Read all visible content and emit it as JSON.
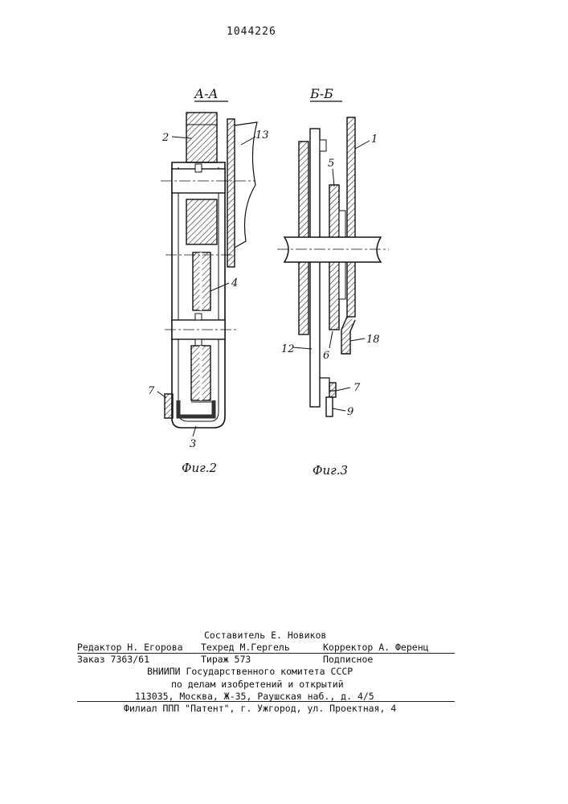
{
  "header": {
    "patent_number": "1044226"
  },
  "figure_a": {
    "section_title": "А-А",
    "caption": "Фиг.2",
    "labels": {
      "l2": "2",
      "l13": "13",
      "l4": "4",
      "l7": "7",
      "l3": "3"
    }
  },
  "figure_b": {
    "section_title": "Б-Б",
    "caption": "Фиг.3",
    "labels": {
      "l1": "1",
      "l5": "5",
      "l18": "18",
      "l12": "12",
      "l6": "6",
      "l7": "7",
      "l9": "9"
    }
  },
  "colophon": {
    "compiler": "Составитель Е. Новиков",
    "editor": "Редактор Н. Егорова",
    "tech_editor": "Техред М.Гергель",
    "corrector": "Корректор А. Ференц",
    "order": "Заказ 7363/61",
    "circulation": "Тираж 573",
    "subscription": "Подписное",
    "org_line1": "ВНИИПИ Государственного комитета СССР",
    "org_line2": "по делам изобретений и открытий",
    "address": "113035, Москва, Ж-35, Раушская наб., д. 4/5",
    "branch": "Филиал ППП \"Патент\", г. Ужгород, ул. Проектная, 4"
  }
}
